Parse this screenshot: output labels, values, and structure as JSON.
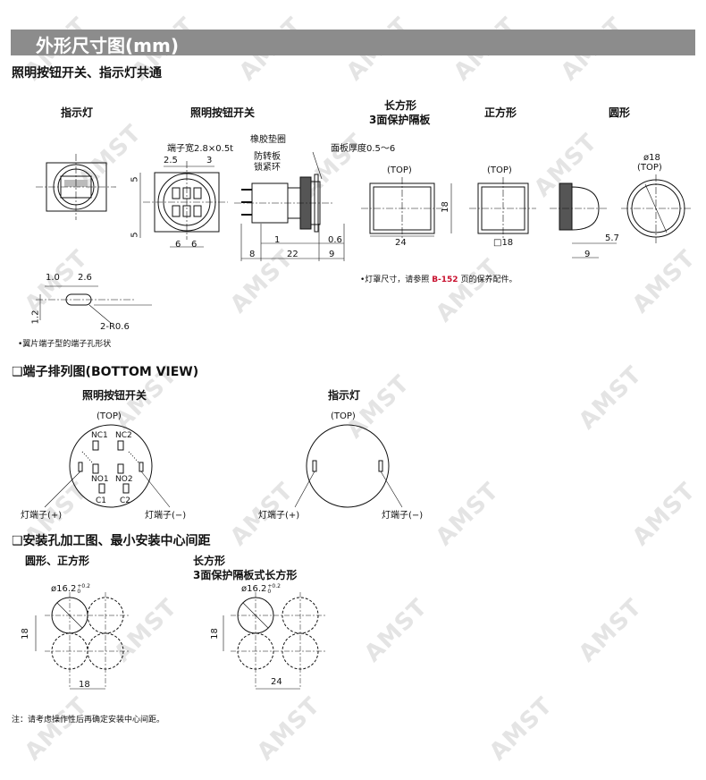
{
  "header": {
    "title": "外形尺寸图(mm)"
  },
  "sections": {
    "dimensions": "照明按钮开关、指示灯共通",
    "terminal": "❑端子排列图(BOTTOM VIEW)",
    "mounting": "❑安装孔加工图、最小安装中心间距"
  },
  "dim": {
    "col_indicator": "指示灯",
    "col_switch": "照明按钮开关",
    "col_rect_1": "长方形",
    "col_rect_2": "3面保护隔板",
    "col_square": "正方形",
    "col_round": "圆形",
    "terminal_width": "端子宽2.8×0.5t",
    "rubber_gasket": "橡胶垫圈",
    "anti_rotation": "防转板",
    "lock_ring": "锁紧环",
    "panel_thickness": "面板厚度0.5～6",
    "top": "(TOP)",
    "d_2_5": "2.5",
    "d_3": "3",
    "d_5a": "5",
    "d_5b": "5",
    "d_6a": "6",
    "d_6b": "6",
    "d_1": "1",
    "d_0_6": "0.6",
    "d_8": "8",
    "d_22": "22",
    "d_9a": "9",
    "d_24": "24",
    "d_18": "18",
    "d_sq18": "□18",
    "d_phi18": "ø18",
    "d_5_7": "5.7",
    "d_9b": "9",
    "d_1_0": "1.0",
    "d_2_6": "2.6",
    "d_1_2": "1.2",
    "d_r06": "2-R0.6",
    "tab_note": "•翼片端子型的端子孔形状",
    "cover_note_pre": "•灯罩尺寸，请参照",
    "cover_note_ref": "B-152",
    "cover_note_post": "页的保养配件。"
  },
  "term": {
    "switch_title": "照明按钮开关",
    "indicator_title": "指示灯",
    "top": "(TOP)",
    "nc1": "NC1",
    "nc2": "NC2",
    "no1": "NO1",
    "no2": "NO2",
    "c1": "C1",
    "c2": "C2",
    "lamp_plus": "灯端子(+)",
    "lamp_minus": "灯端子(−)"
  },
  "mount": {
    "left_title": "圆形、正方形",
    "right_title_1": "长方形",
    "right_title_2": "3面保护隔板式长方形",
    "phi": "ø16.2",
    "tol": "+0.2",
    "tol0": "0",
    "d_18v": "18",
    "d_18h": "18",
    "d_18v2": "18",
    "d_24h": "24",
    "note": "注：请考虑操作性后再确定安装中心间距。"
  },
  "watermark": "AMST"
}
